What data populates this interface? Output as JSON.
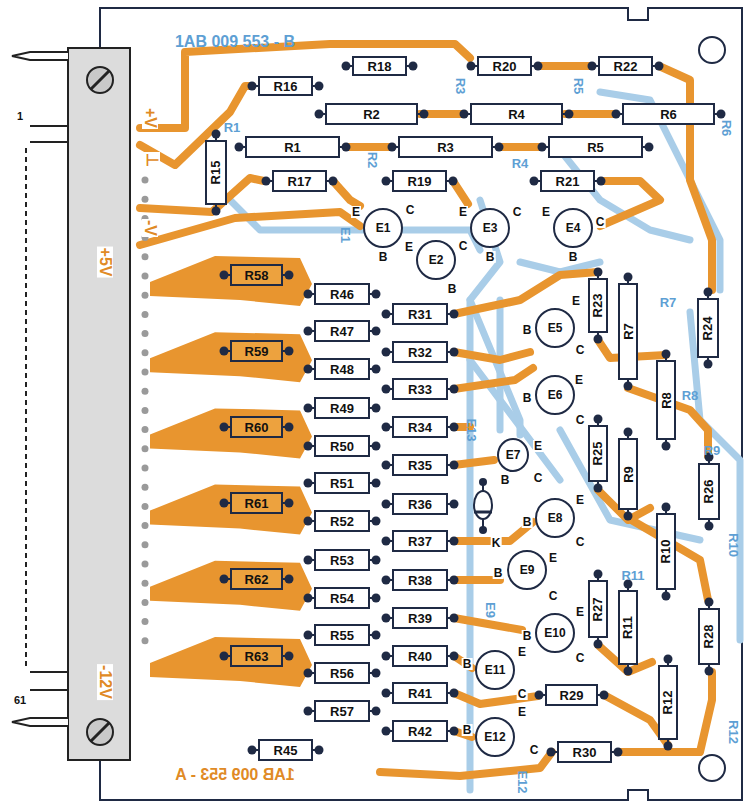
{
  "diagram": {
    "nodes": [
      {
        "text": [
          "R16"
        ]
      },
      {
        "text": [
          "R18"
        ]
      },
      {
        "text": [
          "R20"
        ]
      },
      {
        "text": [
          "R22"
        ]
      },
      {
        "text": [
          "R2"
        ]
      },
      {
        "text": [
          "R4"
        ]
      },
      {
        "text": [
          "R6"
        ]
      },
      {
        "text": [
          "R1"
        ]
      },
      {
        "text": [
          "R3"
        ]
      },
      {
        "text": [
          "R5"
        ]
      },
      {
        "text": [
          "R15"
        ]
      },
      {
        "text": [
          "R17"
        ]
      },
      {
        "text": [
          "R19"
        ]
      },
      {
        "text": [
          "R21"
        ]
      },
      {
        "text": [
          "E1"
        ]
      },
      {
        "text": [
          "E3"
        ]
      },
      {
        "text": [
          "E4"
        ]
      },
      {
        "text": [
          "E2"
        ]
      },
      {
        "text": [
          "R58"
        ]
      },
      {
        "text": [
          "R46"
        ]
      },
      {
        "text": [
          "R23"
        ]
      },
      {
        "text": [
          "R7"
        ]
      },
      {
        "text": [
          "R31"
        ]
      },
      {
        "text": [
          "E5"
        ]
      },
      {
        "text": [
          "R24"
        ]
      },
      {
        "text": [
          "R47"
        ]
      },
      {
        "text": [
          "R59"
        ]
      },
      {
        "text": [
          "R32"
        ]
      },
      {
        "text": [
          "R8"
        ]
      },
      {
        "text": [
          "R48"
        ]
      },
      {
        "text": [
          "R33"
        ]
      },
      {
        "text": [
          "E6"
        ]
      },
      {
        "text": [
          "R49"
        ]
      },
      {
        "text": [
          "R34"
        ]
      },
      {
        "text": [
          "R60"
        ]
      },
      {
        "text": [
          "R25"
        ]
      },
      {
        "text": [
          "R9"
        ]
      },
      {
        "text": [
          "E7"
        ]
      },
      {
        "text": [
          "R50"
        ]
      },
      {
        "text": [
          "R35"
        ]
      },
      {
        "text": [
          "R26"
        ]
      },
      {
        "text": [
          "R51"
        ]
      },
      {
        "text": [
          "R61"
        ]
      },
      {
        "text": [
          "R36"
        ]
      },
      {
        "text": [
          "E8"
        ]
      },
      {
        "text": [
          "R52"
        ]
      },
      {
        "text": [
          "R10"
        ]
      },
      {
        "text": [
          "R37"
        ]
      },
      {
        "text": [
          "R53"
        ]
      },
      {
        "text": [
          "E9"
        ]
      },
      {
        "text": [
          "R38"
        ]
      },
      {
        "text": [
          "R62"
        ]
      },
      {
        "text": [
          "R27"
        ]
      },
      {
        "text": [
          "R54"
        ]
      },
      {
        "text": [
          "R11"
        ]
      },
      {
        "text": [
          "R39"
        ]
      },
      {
        "text": [
          "R28"
        ]
      },
      {
        "text": [
          "E10"
        ]
      },
      {
        "text": [
          "R55"
        ]
      },
      {
        "text": [
          "R40"
        ]
      },
      {
        "text": [
          "R63"
        ]
      },
      {
        "text": [
          "E11"
        ]
      },
      {
        "text": [
          "R56"
        ]
      },
      {
        "text": [
          "R12"
        ]
      },
      {
        "text": [
          "R41"
        ]
      },
      {
        "text": [
          "R29"
        ]
      },
      {
        "text": [
          "R57"
        ]
      },
      {
        "text": [
          "R42"
        ]
      },
      {
        "text": [
          "E12"
        ]
      },
      {
        "text": [
          "R45"
        ]
      },
      {
        "text": [
          "R30"
        ]
      }
    ],
    "labels": [
      "1AB 009 553 - B",
      "1AB 009 553 - A",
      "1",
      "61",
      "+V",
      "⊥",
      "-V",
      "+5V",
      "-12V",
      "R1",
      "R2",
      "R3",
      "R4",
      "R5",
      "R6",
      "R7",
      "R8",
      "R9",
      "R10",
      "R11",
      "R12",
      "E1",
      "E9",
      "E12",
      "E13",
      "E",
      "C",
      "B",
      "E",
      "C",
      "B",
      "E",
      "C",
      "B",
      "E",
      "C",
      "B",
      "B",
      "E",
      "C",
      "B",
      "E",
      "C",
      "E",
      "B",
      "C",
      "B",
      "E",
      "C",
      "B",
      "E",
      "C",
      "B",
      "E",
      "C",
      "B",
      "E",
      "C",
      "B",
      "E",
      "C",
      "K"
    ]
  }
}
